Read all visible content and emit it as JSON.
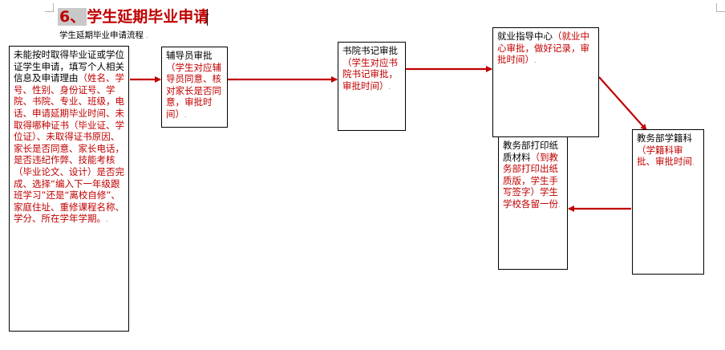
{
  "heading": {
    "number": "6、",
    "title": "学生延期毕业申请"
  },
  "subtitle": "学生延期毕业申请流程",
  "mark": ".",
  "boxes": {
    "student": {
      "black": "未能按时取得毕业证或学位证学生申请，填写个人相关信息及申请理由",
      "red": "（姓名、学号、性别、身份证号、学院、书院、专业、班级，电话、申请延期毕业时间、未取得哪种证书（毕业证、学位证）、未取得证书原因、家长是否同意、家长电话，是否违纪作弊、技能考核（毕业论文、设计）是否完成、选择“编入下一年级跟班学习”还是“离校自修”、家庭住址、重修课程名称、学分、所在学年学期。"
    },
    "counselor": {
      "black": "辅导员审批",
      "red": "（学生对应辅导员同意、核对家长是否同意，审批时间）"
    },
    "secretary": {
      "black": "书院书记审批",
      "red": "（学生对应书院书记审批，审批时间）"
    },
    "employment": {
      "black": "就业指导中心",
      "red": "（就业中心审批，做好记录，审批时间）"
    },
    "registry": {
      "black": "教务部学籍科",
      "red": "（学籍科审批、审批时间"
    },
    "print": {
      "black": "教务部打印纸质材料",
      "red": "（到教务部打印出纸质版，学生手写签字）学生学校各留一份"
    }
  },
  "colors": {
    "accent": "#c00000",
    "border": "#000000"
  }
}
